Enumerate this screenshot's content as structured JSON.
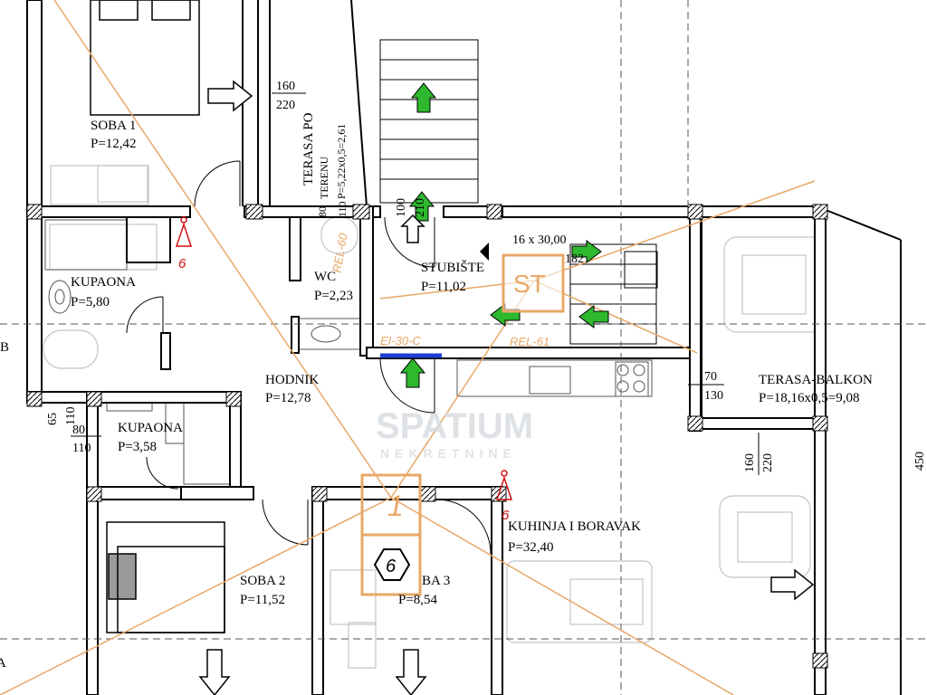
{
  "rooms": [
    {
      "id": "soba1",
      "name": "SOBA 1",
      "area": "P=12,42"
    },
    {
      "id": "kupaona1",
      "name": "KUPAONA",
      "area": "P=5,80"
    },
    {
      "id": "wc",
      "name": "WC",
      "area": "P=2,23"
    },
    {
      "id": "stubiste",
      "name": "STUBIŠTE",
      "area": "P=11,02"
    },
    {
      "id": "hodnik",
      "name": "HODNIK",
      "area": "P=12,78"
    },
    {
      "id": "kupaona2",
      "name": "KUPAONA",
      "area": "P=3,58"
    },
    {
      "id": "soba2",
      "name": "SOBA 2",
      "area": "P=11,52"
    },
    {
      "id": "soba3",
      "name": "BA 3",
      "area": "P=8,54"
    },
    {
      "id": "kuhinja",
      "name": "KUHINJA I BORAVAK",
      "area": "P=32,40"
    },
    {
      "id": "terasa_balkon",
      "name": "TERASA-BALKON",
      "area": "P=18,16x0,5=9,08"
    }
  ],
  "terrace_vertical": {
    "line1": "TERASA PO",
    "line2": "TERENU",
    "line3": "P=5,22x0,5=2,61"
  },
  "dimensions": {
    "d160_top": "160",
    "d220_top": "220",
    "d80_wc": "80",
    "d110_wc": "110",
    "d100_stair": "100",
    "d210_stair": "210",
    "d70": "70",
    "d130": "130",
    "d65": "65",
    "d110_left": "110",
    "d80_kup": "80",
    "d110_kup": "110",
    "d160_ter": "160",
    "d220_ter": "220",
    "stairs": "16 x 30,00",
    "stairs_suffix": "182",
    "edge_right": "450"
  },
  "levels": {
    "rel_wc": "REL-60",
    "rel_door": "EI-30-C",
    "rel_kitchen": "REL-61"
  },
  "markers": {
    "orange_box1": "1",
    "hex6": "6",
    "st_box": "ST",
    "red6_left": "6",
    "red6_right": "6"
  },
  "axis_labels": {
    "b": "B",
    "a": "A"
  },
  "watermark": {
    "brand": "SPATIUM",
    "sub": "NEKRETNINE"
  },
  "colors": {
    "wall": "#000000",
    "orange": "#e8a867",
    "arrow_green": "#2eb82e",
    "door_blue": "#1f3fd1",
    "marker_red": "#d01010",
    "furniture": "#b8b8b8"
  }
}
